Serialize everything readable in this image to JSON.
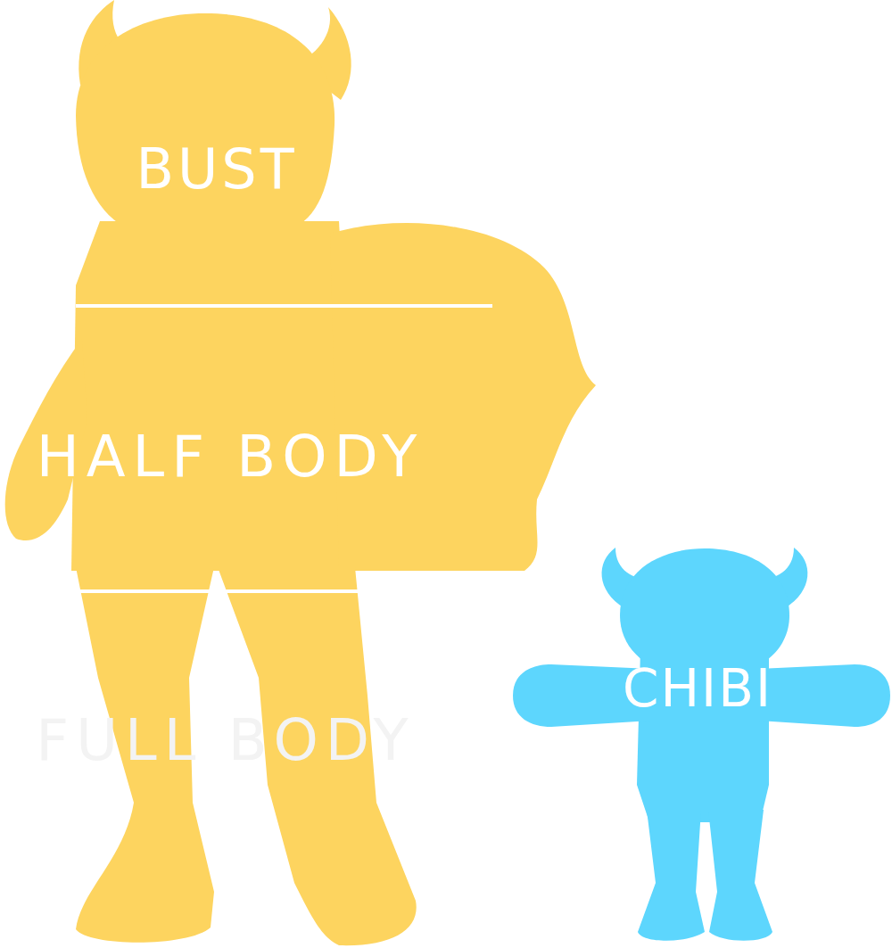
{
  "diagram": {
    "nodes": [
      {
        "text": [
          "BUST",
          "HALF BODY",
          "FULL BODY"
        ]
      },
      {
        "text": [
          "CHIBI"
        ]
      }
    ]
  }
}
